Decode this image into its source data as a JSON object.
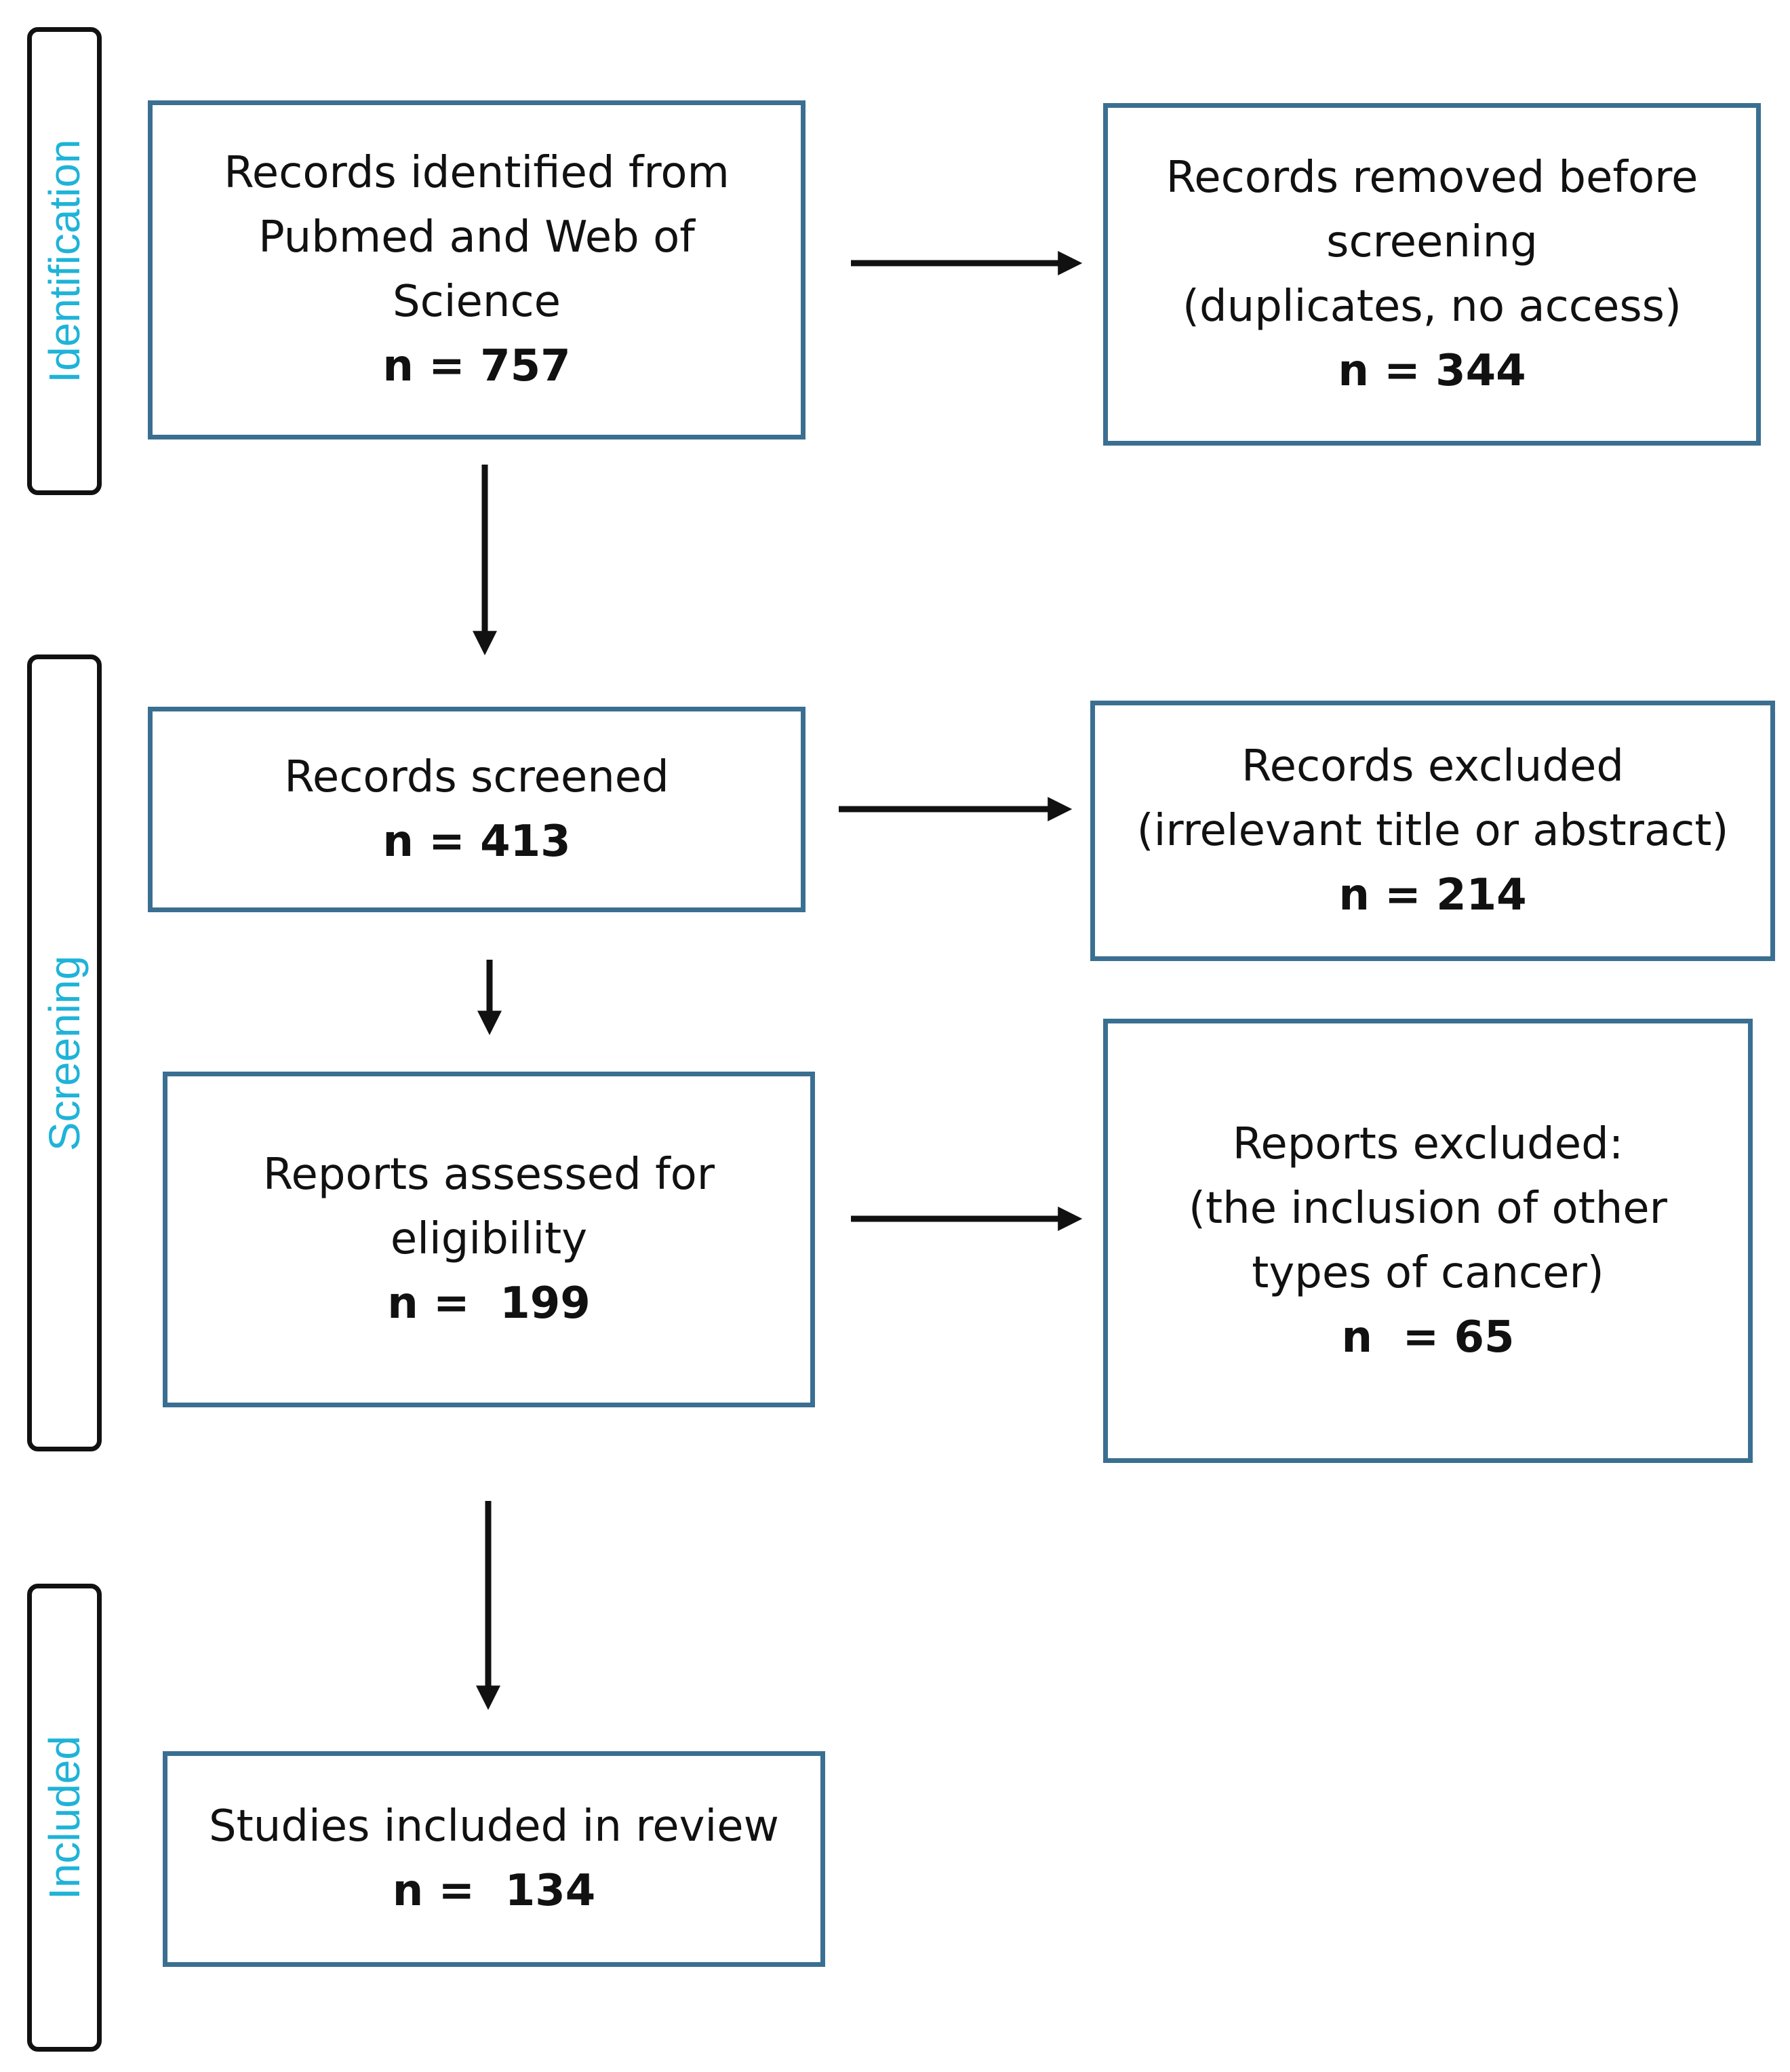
{
  "stages": {
    "identification": "Identification",
    "screening": "Screening",
    "included": "Included"
  },
  "boxes": {
    "identified": {
      "lines": [
        "Records identified from",
        "Pubmed and Web of",
        "Science"
      ],
      "count": "n = 757"
    },
    "removed": {
      "lines": [
        "Records removed before",
        "screening",
        "(duplicates, no access)"
      ],
      "count": "n = 344"
    },
    "screened": {
      "lines": [
        "Records screened"
      ],
      "count": "n = 413"
    },
    "excluded_records": {
      "lines": [
        "Records excluded",
        "(irrelevant title or abstract)"
      ],
      "count": "n = 214"
    },
    "assessed": {
      "lines": [
        "Reports assessed for",
        "eligibility"
      ],
      "count": "n =  199"
    },
    "excluded_reports": {
      "lines": [
        "Reports excluded:",
        "(the inclusion of other",
        "types of cancer)"
      ],
      "count": "n  = 65"
    },
    "included": {
      "lines": [
        "Studies included in review"
      ],
      "count": "n =  134"
    }
  },
  "colors": {
    "box_border": "#3a6f91",
    "stage_text": "#1fb3d8",
    "arrow": "#111111"
  }
}
